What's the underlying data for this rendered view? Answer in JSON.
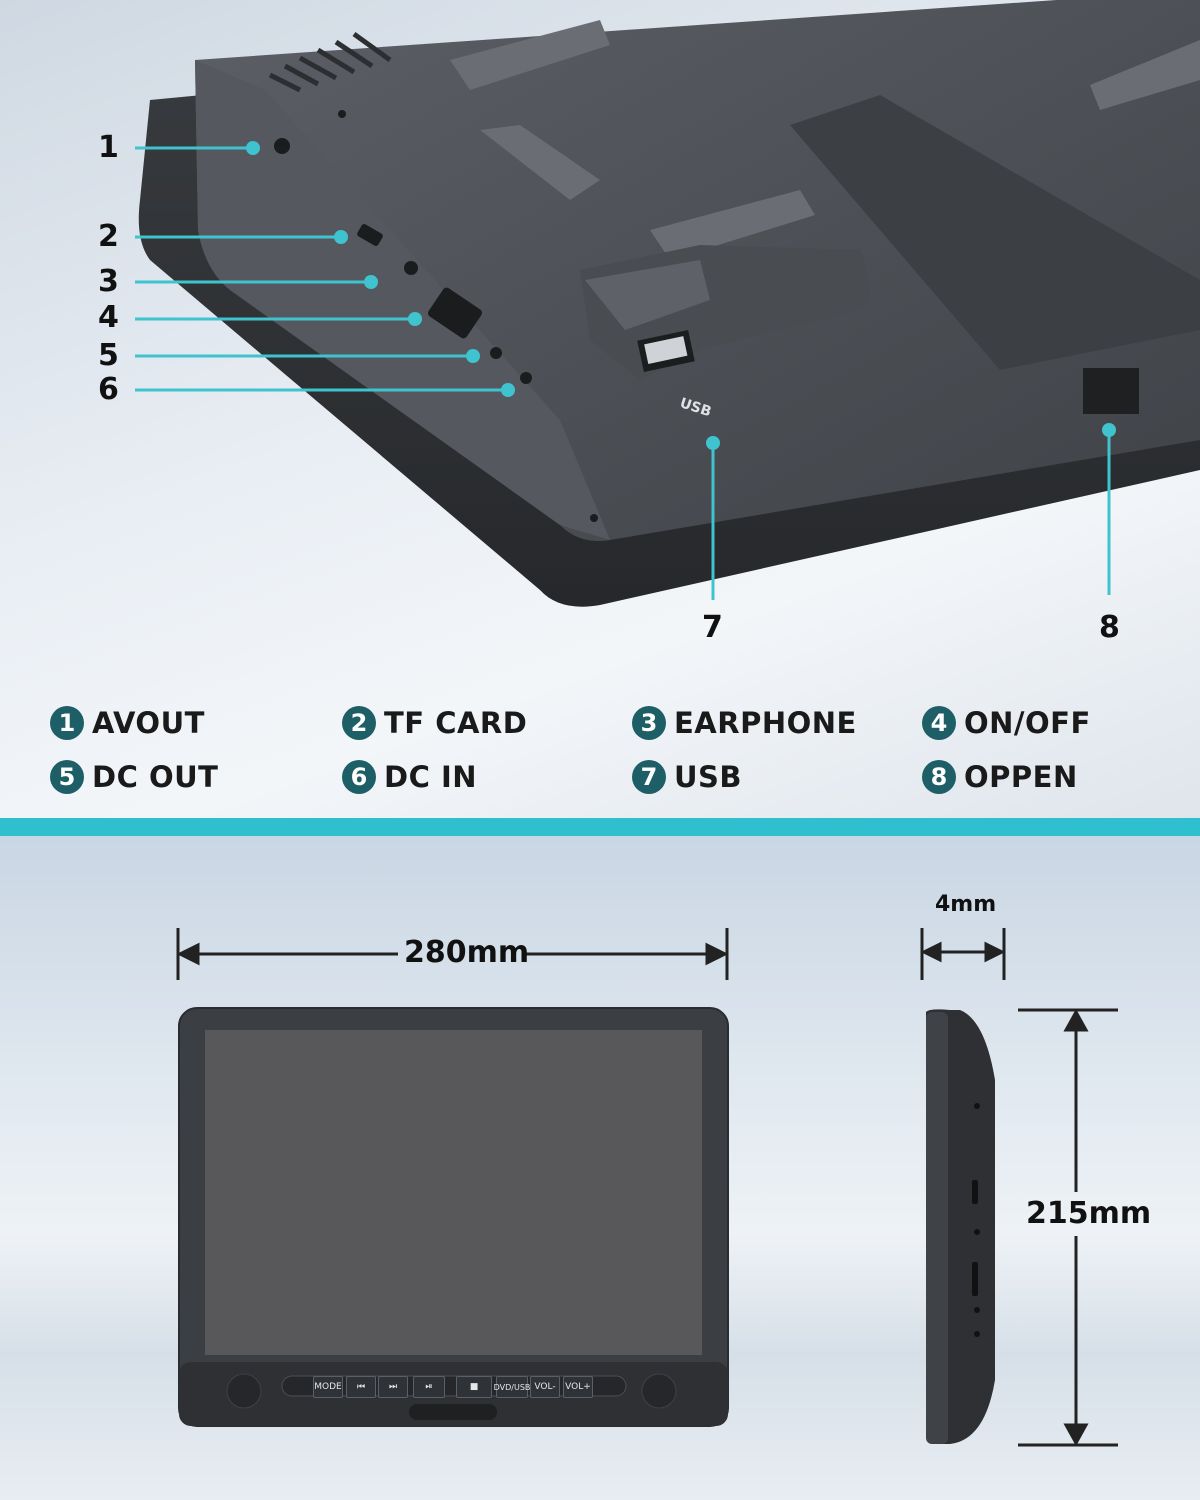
{
  "callouts": [
    {
      "n": "1",
      "label": "AVOUT"
    },
    {
      "n": "2",
      "label": "TF CARD"
    },
    {
      "n": "3",
      "label": "EARPHONE"
    },
    {
      "n": "4",
      "label": "ON/OFF"
    },
    {
      "n": "5",
      "label": "DC OUT"
    },
    {
      "n": "6",
      "label": "DC IN"
    },
    {
      "n": "7",
      "label": "USB"
    },
    {
      "n": "8",
      "label": "OPPEN"
    }
  ],
  "device_text": {
    "usb": "USB"
  },
  "dimensions": {
    "width": "280mm",
    "depth": "4mm",
    "height": "215mm"
  },
  "controls": [
    "MODE",
    "⏮",
    "⏭",
    "⏯",
    "■",
    "DVD/USB",
    "VOL-",
    "VOL+"
  ],
  "colors": {
    "accent": "#2fc0cf",
    "badge": "#1e5e66",
    "device": "#4a4d52"
  }
}
